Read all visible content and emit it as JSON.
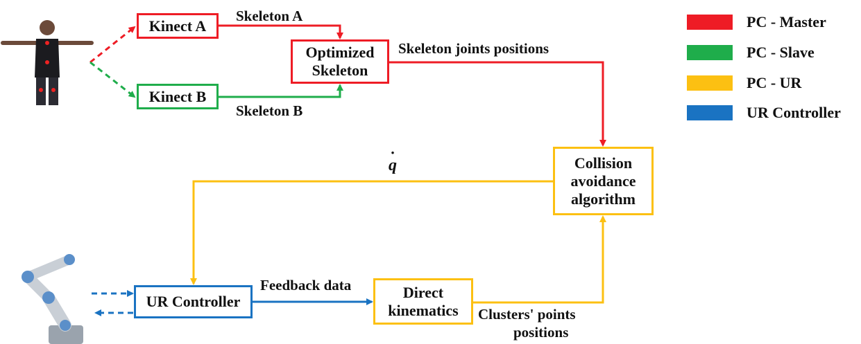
{
  "colors": {
    "pc_master": "#ee1c25",
    "pc_slave": "#1fad4b",
    "pc_ur": "#fcc012",
    "ur_controller": "#1a73c2"
  },
  "nodes": {
    "kinect_a": "Kinect A",
    "kinect_b": "Kinect B",
    "optimized_skeleton": [
      "Optimized",
      "Skeleton"
    ],
    "collision_avoidance": [
      "Collision",
      "avoidance",
      "algorithm"
    ],
    "ur_controller": "UR Controller",
    "direct_kinematics": [
      "Direct",
      "kinematics"
    ]
  },
  "edge_labels": {
    "skeleton_a": "Skeleton A",
    "skeleton_b": "Skeleton B",
    "skeleton_joints": "Skeleton joints positions",
    "q_dot": "q",
    "feedback": "Feedback data",
    "clusters_line1": "Clusters' points",
    "clusters_line2": "positions"
  },
  "legend": [
    {
      "label": "PC - Master",
      "color": "#ee1c25"
    },
    {
      "label": "PC - Slave",
      "color": "#1fad4b"
    },
    {
      "label": "PC - UR",
      "color": "#fcc012"
    },
    {
      "label": "UR Controller",
      "color": "#1a73c2"
    }
  ],
  "images": {
    "human": "human-figure-icon",
    "robot": "robot-arm-icon"
  }
}
